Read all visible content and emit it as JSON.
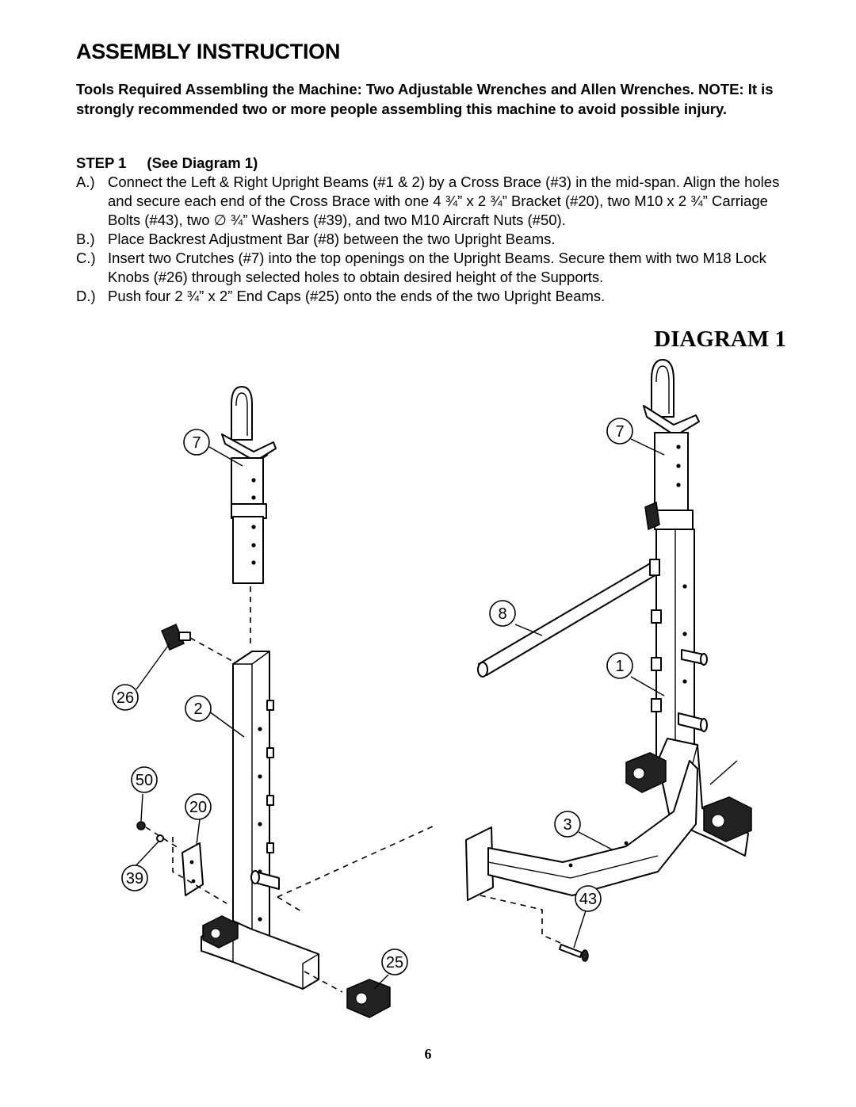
{
  "title": "ASSEMBLY INSTRUCTION",
  "intro": "Tools Required Assembling the Machine:  Two Adjustable Wrenches and Allen Wrenches.  NOTE:  It is strongly recommended two or more people assembling this machine to avoid possible injury.",
  "step": {
    "label": "STEP 1",
    "ref": "(See Diagram 1)",
    "items": [
      {
        "mark": "A.)",
        "text": "Connect the Left & Right Upright Beams (#1 & 2) by a Cross Brace (#3) in the mid-span. Align the holes and secure each end of the Cross Brace with one 4 ¾” x 2 ¾” Bracket (#20), two M10 x 2 ¾” Carriage Bolts (#43), two ∅ ¾” Washers (#39), and two M10 Aircraft Nuts (#50)."
      },
      {
        "mark": "B.)",
        "text": "Place Backrest Adjustment Bar (#8) between the two Upright Beams."
      },
      {
        "mark": "C.)",
        "text": "Insert two Crutches (#7) into the top openings on the Upright Beams. Secure them with two M18 Lock Knobs (#26) through selected holes to obtain desired height of the Supports."
      },
      {
        "mark": "D.)",
        "text": "Push four 2 ¾” x 2” End Caps (#25) onto the ends of the two Upright Beams."
      }
    ]
  },
  "diagram": {
    "title": "DIAGRAM 1",
    "callouts": [
      "7",
      "26",
      "2",
      "50",
      "20",
      "39",
      "25",
      "7",
      "8",
      "1",
      "3",
      "43"
    ]
  },
  "page_number": "6"
}
